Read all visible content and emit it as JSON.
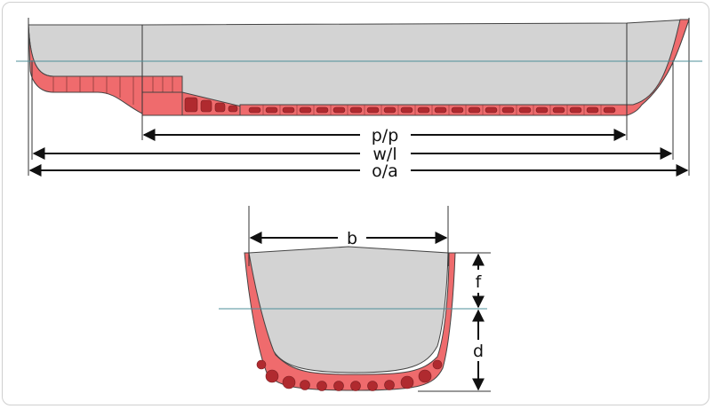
{
  "labels": {
    "pp": "p/p",
    "wl": "w/l",
    "oa": "o/a",
    "b": "b",
    "f": "f",
    "d": "d"
  },
  "colors": {
    "hull_fill": "#d3d3d3",
    "bilge_fill": "#ef6b6d",
    "bilge_dark": "#b02a2f",
    "waterline": "#4d8f9a",
    "dimension": "#111111"
  }
}
